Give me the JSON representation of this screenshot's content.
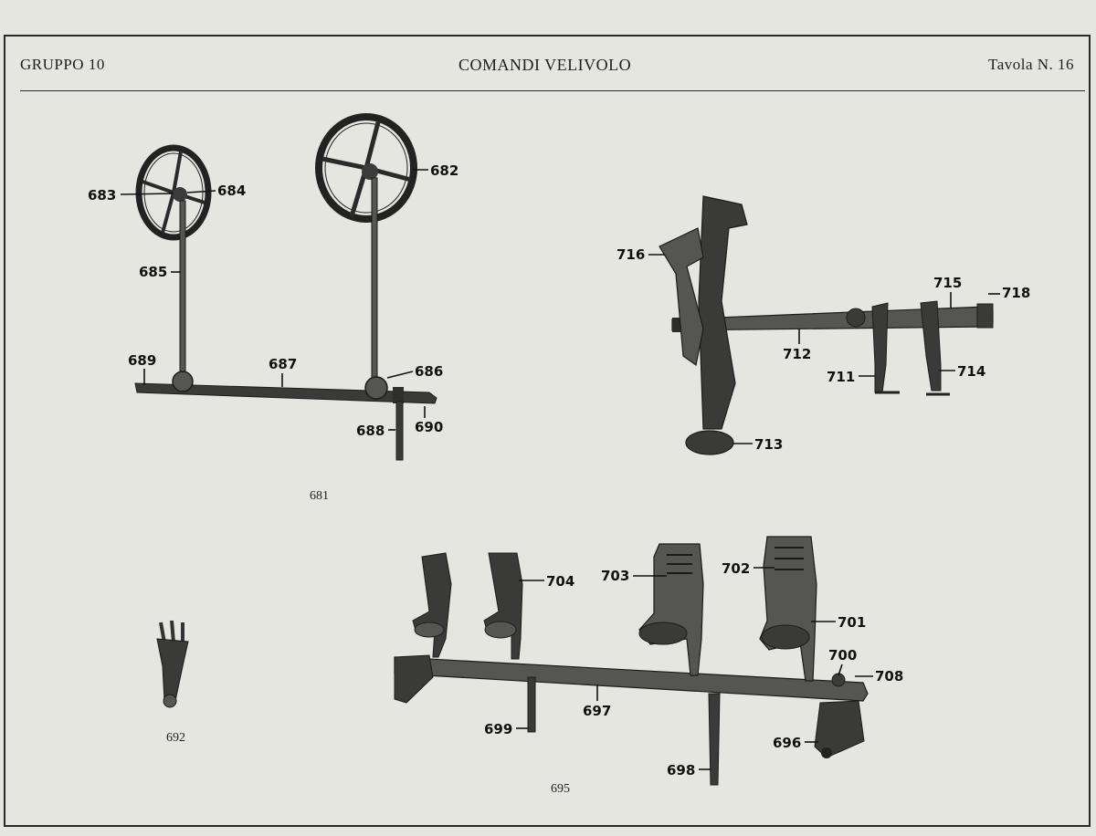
{
  "header": {
    "group": "GRUPPO 10",
    "title": "COMANDI VELIVOLO",
    "plate": "Tavola N. 16"
  },
  "captions": {
    "assembly_681": "681",
    "part_692": "692",
    "assembly_695": "695"
  },
  "callouts": {
    "c682": "682",
    "c683": "683",
    "c684": "684",
    "c685": "685",
    "c686": "686",
    "c687": "687",
    "c688": "688",
    "c689": "689",
    "c690": "690",
    "c696": "696",
    "c697": "697",
    "c698": "698",
    "c699": "699",
    "c700": "700",
    "c701": "701",
    "c702": "702",
    "c703": "703",
    "c704": "704",
    "c708": "708",
    "c711": "711",
    "c712": "712",
    "c713": "713",
    "c714": "714",
    "c715": "715",
    "c716": "716",
    "c718": "718"
  }
}
